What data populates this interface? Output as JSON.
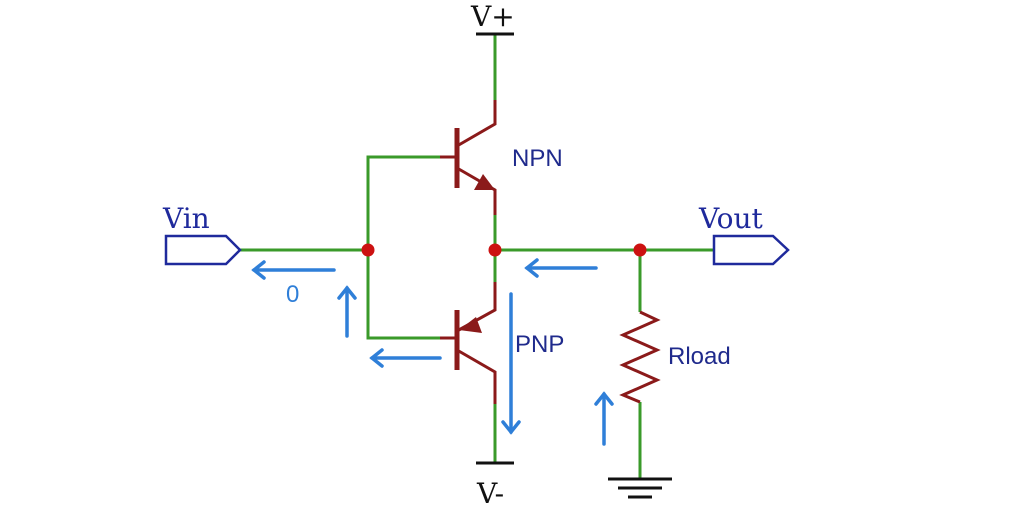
{
  "labels": {
    "vplus": "V+",
    "vminus": "V-",
    "npn": "NPN",
    "pnp": "PNP",
    "vin": "Vin",
    "vout": "Vout",
    "rload": "Rload",
    "zero_current": "0"
  },
  "colors": {
    "wire": "#3a9a2a",
    "component": "#8b1a1a",
    "node": "#cc1111",
    "arrow": "#2f7fd8",
    "port": "#1f2a9c",
    "text": "#1f2a8c",
    "rail": "#111111"
  }
}
